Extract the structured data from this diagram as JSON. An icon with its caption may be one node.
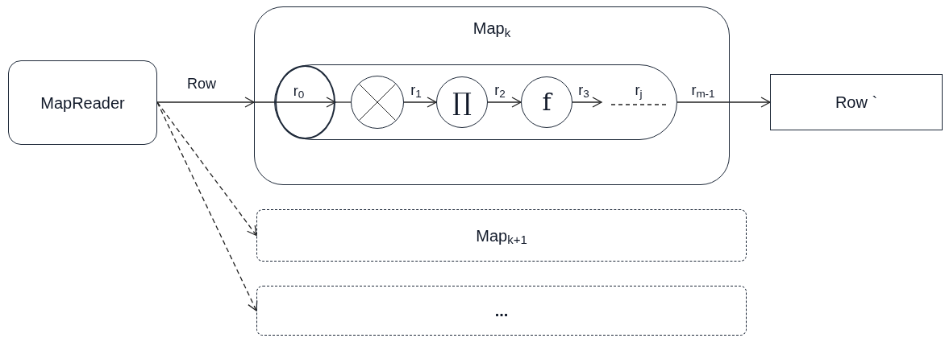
{
  "diagram": {
    "nodes": [
      {
        "text": [
          "MapReader"
        ]
      },
      {
        "text": [
          "Map$_{k}$"
        ]
      },
      {
        "text": [],
        "shape": "box",
        "in": 1
      },
      {
        "text": [
          "r$_{0}$"
        ],
        "in": 2
      },
      {
        "text": [],
        "shape": "circle",
        "in": 2
      },
      {
        "text": [
          "∏"
        ],
        "in": 2
      },
      {
        "text": [
          "f"
        ],
        "in": 2
      },
      {
        "text": [
          "Row `"
        ]
      },
      {
        "text": [
          "Map$_{k+1}$"
        ]
      },
      {
        "text": [
          "..."
        ]
      }
    ],
    "edges": [
      {
        "from": 0,
        "to": 1,
        "arrow": "to",
        "label": "Row"
      },
      {
        "from": 1,
        "to": 3,
        "arrow": "to"
      },
      {
        "from": 0,
        "to": 8,
        "arrow": "to",
        "style": "dashed"
      },
      {
        "from": 0,
        "to": 9,
        "arrow": "to",
        "style": "dashed"
      },
      {
        "from": 3,
        "to": 4,
        "arrow": "none"
      },
      {
        "from": 4,
        "to": 5,
        "arrow": "to",
        "label": "r$_{1}$"
      },
      {
        "from": 5,
        "to": 6,
        "arrow": "to",
        "label": "r$_{2}$"
      },
      {
        "from": 6,
        "to": null,
        "arrow": "to",
        "label": "r$_{3}$"
      },
      {
        "from": 2,
        "to": 7,
        "arrow": "to",
        "label": "r$_{m-1}$"
      }
    ],
    "labels": [
      "r$_{j}$"
    ]
  }
}
